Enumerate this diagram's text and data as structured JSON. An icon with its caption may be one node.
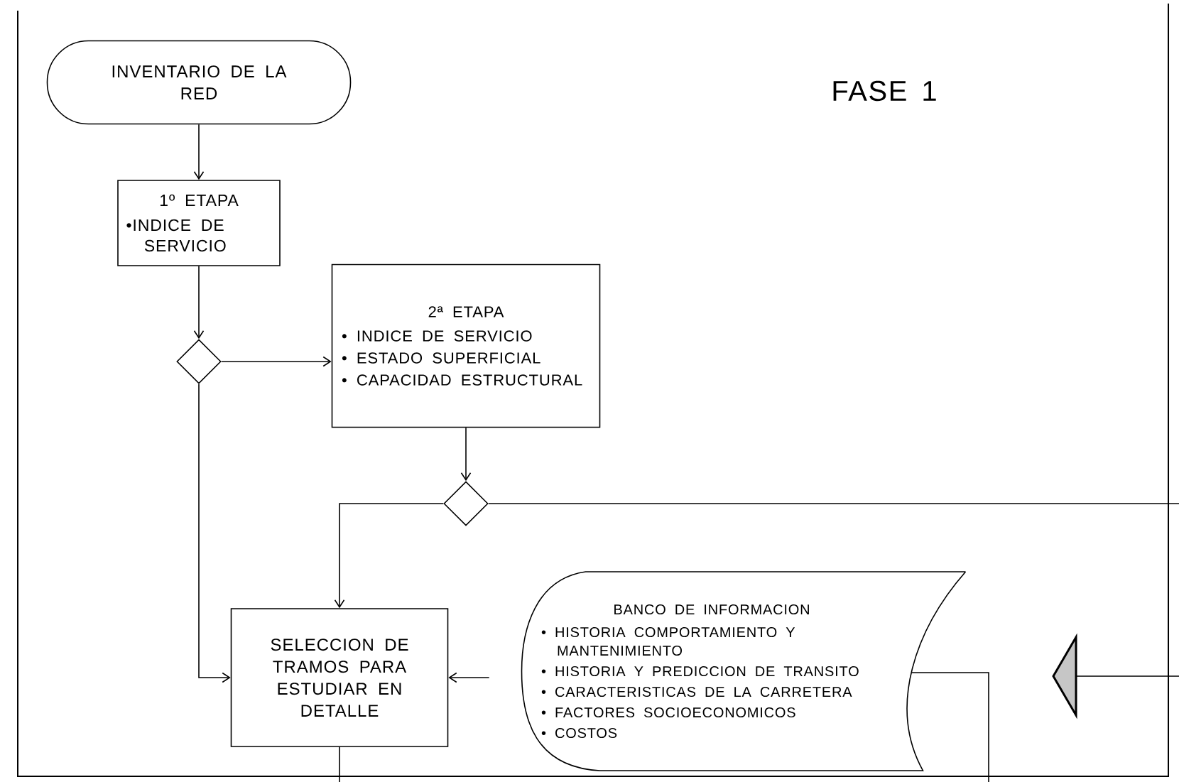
{
  "diagram": {
    "nodes": [
      {
        "text": [
          "INVENTARIO DE LA RED"
        ]
      },
      {
        "text": [
          "1º ETAPA",
          "•INDICE DE SERVICIO"
        ]
      },
      {
        "text": [],
        "shape": "diamond"
      },
      {
        "text": [
          "2ª ETAPA",
          "• INDICE DE SERVICIO",
          "• ESTADO SUPERFICIAL",
          "• CAPACIDAD ESTRUCTURAL"
        ]
      },
      {
        "text": [],
        "shape": "diamond"
      },
      {
        "text": [
          "SELECCION DE TRAMOS PARA ESTUDIAR EN DETALLE"
        ]
      },
      {
        "text": [
          "BANCO DE INFORMACION",
          "• HISTORIA COMPORTAMIENTO Y MANTENIMIENTO",
          "• HISTORIA Y PREDICCION DE TRANSITO",
          "• CARACTERISTICAS DE LA CARRETERA",
          "• FACTORES SOCIOECONOMICOS",
          "• COSTOS"
        ]
      },
      {
        "text": [],
        "shape": "triangle"
      }
    ],
    "edges": [
      {
        "from": 0,
        "to": 1,
        "arrow": "to"
      },
      {
        "from": 1,
        "to": 2,
        "arrow": "to"
      },
      {
        "from": 2,
        "to": 3,
        "arrow": "to"
      },
      {
        "from": 2,
        "to": 5,
        "arrow": "to"
      },
      {
        "from": 3,
        "to": 4,
        "arrow": "to"
      },
      {
        "from": 4,
        "to": 5,
        "arrow": "to"
      },
      {
        "from": 4,
        "to": null,
        "arrow": "none"
      },
      {
        "from": 6,
        "to": 5,
        "arrow": "to"
      },
      {
        "from": 6,
        "to": null,
        "arrow": "none"
      },
      {
        "from": 5,
        "to": null,
        "arrow": "none"
      },
      {
        "from": null,
        "to": 7,
        "arrow": "none"
      }
    ],
    "labels": [
      "FASE 1"
    ]
  }
}
